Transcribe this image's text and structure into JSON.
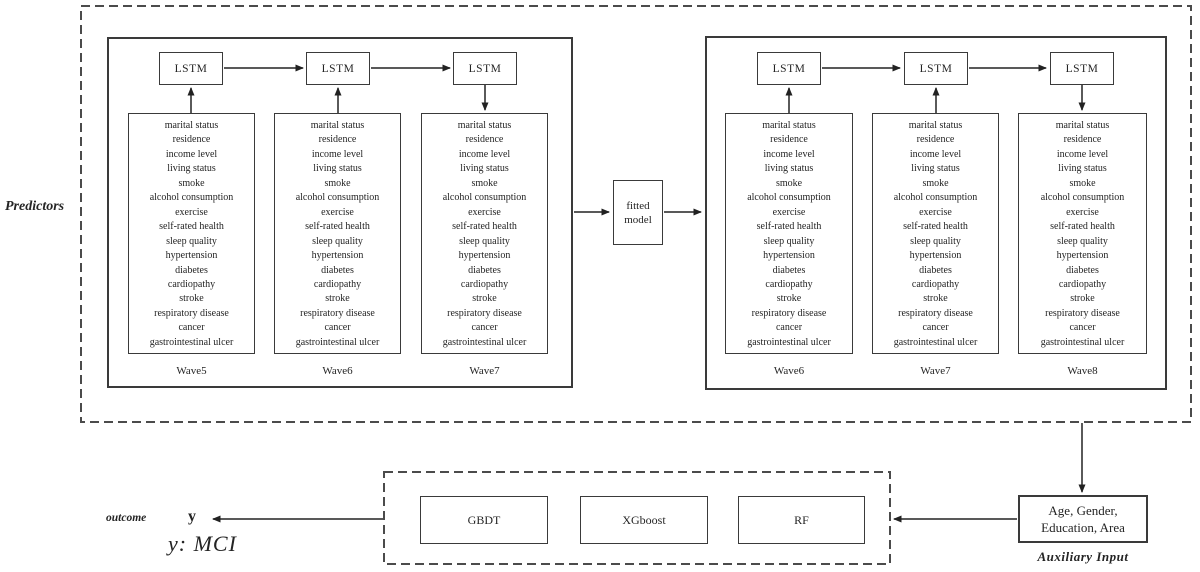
{
  "labels": {
    "predictors": "Predictors",
    "lstm": "LSTM",
    "fitted_model": "fitted model",
    "outcome": "outcome",
    "y": "y",
    "y_definition": "y: MCI",
    "auxiliary_box": "Age, Gender, Education, Area",
    "auxiliary_input": "Auxiliary Input"
  },
  "predictor_items": [
    "marital status",
    "residence",
    "income level",
    "living status",
    "smoke",
    "alcohol consumption",
    "exercise",
    "self-rated health",
    "sleep quality",
    "hypertension",
    "diabetes",
    "cardiopathy",
    "stroke",
    "respiratory disease",
    "cancer",
    "gastrointestinal ulcer"
  ],
  "left_group": {
    "waves": [
      "Wave5",
      "Wave6",
      "Wave7"
    ]
  },
  "right_group": {
    "waves": [
      "Wave6",
      "Wave7",
      "Wave8"
    ]
  },
  "ensemble_models": [
    "GBDT",
    "XGboost",
    "RF"
  ],
  "colors": {
    "line": "#2f2f2f",
    "dashed_frame": "#4b4b4b",
    "background": "#ffffff"
  }
}
